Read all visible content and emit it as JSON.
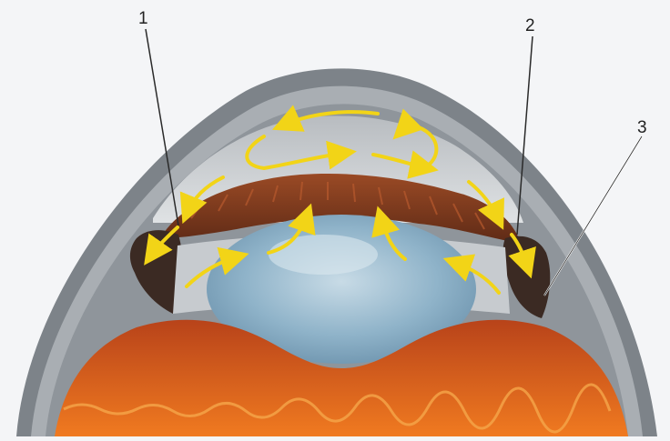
{
  "figure": {
    "background": "#f4f5f7",
    "callouts": [
      {
        "id": "1",
        "label": "1"
      },
      {
        "id": "2",
        "label": "2"
      },
      {
        "id": "3",
        "label": "3"
      }
    ],
    "flow_arrow_color": "#f2d417",
    "flow_arrow_count": 12,
    "colors": {
      "sclera_cornea": "#9ea3a8",
      "anterior_chamber": "#c9ced2",
      "iris": "#7a3a20",
      "lens": "#8fb3c9",
      "ciliary_body": "#3a2a22",
      "choroid": "#d9601e"
    }
  }
}
